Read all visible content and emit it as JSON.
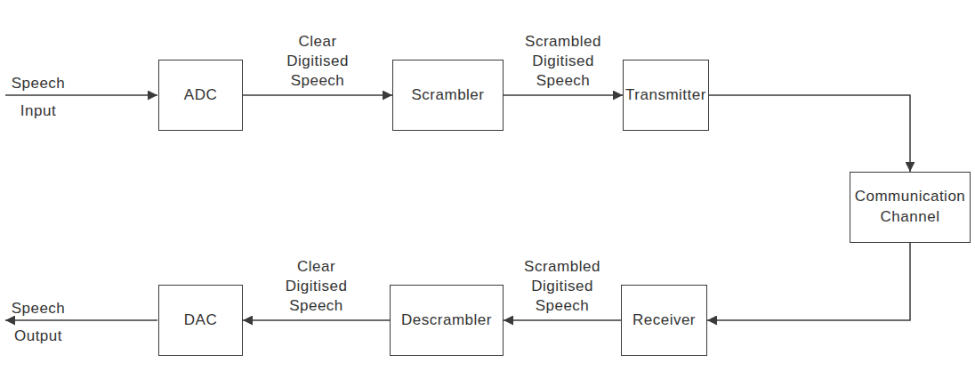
{
  "diagram": {
    "nodes": [
      {
        "text": [
          "ADC"
        ]
      },
      {
        "text": [
          "Scrambler"
        ]
      },
      {
        "text": [
          "Transmitter"
        ]
      },
      {
        "text": [
          "Communication Channel"
        ]
      },
      {
        "text": [
          "Receiver"
        ]
      },
      {
        "text": [
          "Descrambler"
        ]
      },
      {
        "text": [
          "DAC"
        ]
      }
    ],
    "edges": [
      {
        "from": 0,
        "to": 1,
        "arrow": "to",
        "label": "Clear Digitised Speech"
      },
      {
        "from": 1,
        "to": 2,
        "arrow": "to",
        "label": "Scrambled Digitised Speech"
      },
      {
        "from": 2,
        "to": 3,
        "arrow": "to"
      },
      {
        "from": 3,
        "to": 4,
        "arrow": "to"
      },
      {
        "from": 4,
        "to": 5,
        "arrow": "to",
        "label": "Scrambled Digitised Speech"
      },
      {
        "from": 5,
        "to": 6,
        "arrow": "to",
        "label": "Clear Digitised Speech"
      }
    ],
    "labels": [
      "Speech",
      "Input",
      "Speech",
      "Output"
    ]
  }
}
